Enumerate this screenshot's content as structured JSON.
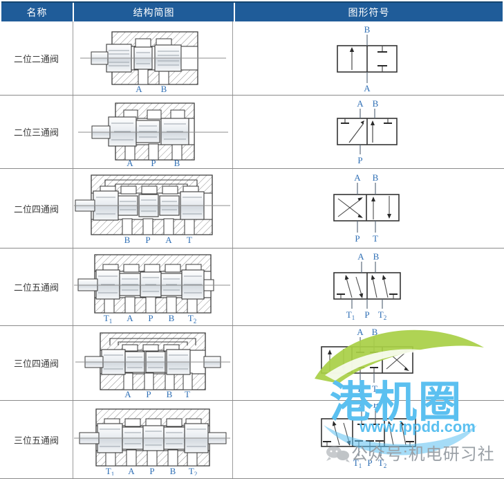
{
  "table": {
    "headers": [
      "名称",
      "结构简图",
      "图形符号"
    ],
    "header_bg": "#1f5c99",
    "header_text_color": "#ffffff",
    "label_color": "#2f6fb5",
    "rows": [
      {
        "name": "二位二通阀",
        "structure_ports": [
          "A",
          "B"
        ],
        "symbol": {
          "positions": 2,
          "ways": 2,
          "top_ports": [
            "B"
          ],
          "bottom_ports": [
            "A"
          ],
          "boxes": [
            "through-arrow",
            "blocked"
          ]
        }
      },
      {
        "name": "二位三通阀",
        "structure_ports": [
          "A",
          "P",
          "B"
        ],
        "symbol": {
          "positions": 2,
          "ways": 3,
          "top_ports": [
            "A",
            "B"
          ],
          "bottom_ports": [
            "P"
          ],
          "boxes": [
            "diagonal-P-to-A",
            "straight-P-to-B"
          ]
        }
      },
      {
        "name": "二位四通阀",
        "structure_ports": [
          "B",
          "P",
          "A",
          "T"
        ],
        "symbol": {
          "positions": 2,
          "ways": 4,
          "top_ports": [
            "A",
            "B"
          ],
          "bottom_ports": [
            "P",
            "T"
          ],
          "boxes": [
            "crossed",
            "parallel"
          ]
        }
      },
      {
        "name": "二位五通阀",
        "structure_ports": [
          "T1",
          "A",
          "P",
          "B",
          "T2"
        ],
        "symbol": {
          "positions": 2,
          "ways": 5,
          "top_ports": [
            "A",
            "B"
          ],
          "bottom_ports": [
            "T1",
            "P",
            "T2"
          ],
          "boxes": [
            "slanted-left",
            "slanted-right"
          ]
        }
      },
      {
        "name": "三位四通阀",
        "structure_ports": [
          "A",
          "P",
          "B",
          "T"
        ],
        "symbol": {
          "positions": 3,
          "ways": 4,
          "top_ports": [
            "A",
            "B"
          ],
          "bottom_ports": [
            "P",
            "T"
          ],
          "boxes": [
            "parallel",
            "closed-center",
            "crossed"
          ]
        }
      },
      {
        "name": "三位五通阀",
        "structure_ports": [
          "T1",
          "A",
          "P",
          "B",
          "T2"
        ],
        "symbol": {
          "positions": 3,
          "ways": 5,
          "top_ports": [
            "A",
            "B"
          ],
          "bottom_ports": [
            "T1",
            "P",
            "T2"
          ],
          "boxes": [
            "slanted-left",
            "closed-center",
            "slanted-right"
          ]
        }
      }
    ]
  },
  "watermark": {
    "logo_text": "港机圈",
    "site_text": "www.ippdd.com",
    "account_text": "公众号:机电研习社",
    "logo_color": "#5bc0f0",
    "leaf_color": "#a8cf45",
    "account_color": "#9aa0a6"
  },
  "port_labels": {
    "A": "A",
    "B": "B",
    "P": "P",
    "T": "T",
    "T1_main": "T",
    "T1_sub": "1",
    "T2_main": "T",
    "T2_sub": "2"
  }
}
